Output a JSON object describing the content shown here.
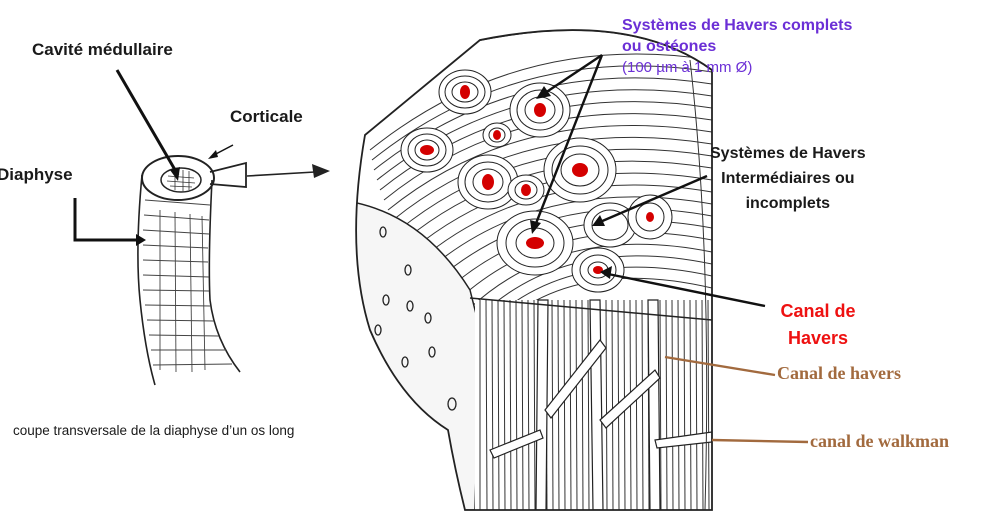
{
  "labels": {
    "cavite": "Cavité médullaire",
    "corticale": "Corticale",
    "diaphyse": "Diaphyse",
    "caption": "coupe transversale de la diaphyse d’un os long",
    "havers_complets_line1": "Systèmes de Havers complets",
    "havers_complets_line2": "ou ostéones",
    "havers_complets_size": "(100 µm à 1 mm Ø)",
    "intermediaires_line1": "Systèmes de Havers",
    "intermediaires_line2": "Intermédiaires ou",
    "intermediaires_line3": "incomplets",
    "canal_red_line1": "Canal de",
    "canal_red_line2": "Havers",
    "canal_havers": "Canal de havers",
    "canal_walkman": "canal de walkman"
  },
  "colors": {
    "osteon_canal": "#d40000",
    "purple_text": "#6b2fd6",
    "red_text": "#ee1111",
    "brown_text": "#a26a3e",
    "ink": "#1a1a1a"
  }
}
